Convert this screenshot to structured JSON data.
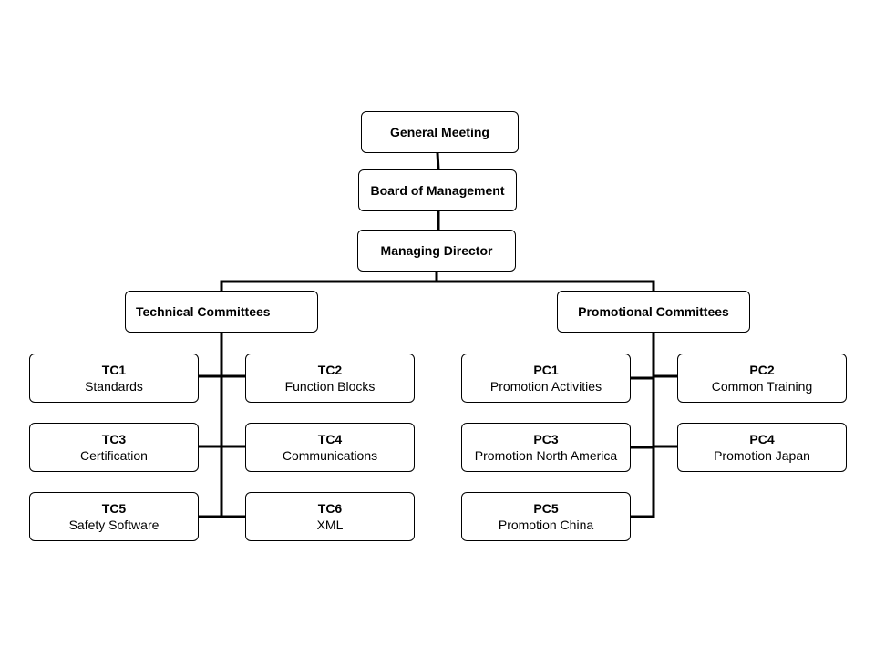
{
  "chart": {
    "general_meeting": "General Meeting",
    "board": "Board of Management",
    "director": "Managing Director",
    "technical": {
      "title": "Technical Committees",
      "committees": [
        {
          "code": "TC1",
          "label": "Standards"
        },
        {
          "code": "TC2",
          "label": "Function Blocks"
        },
        {
          "code": "TC3",
          "label": "Certification"
        },
        {
          "code": "TC4",
          "label": "Communications"
        },
        {
          "code": "TC5",
          "label": "Safety Software"
        },
        {
          "code": "TC6",
          "label": "XML"
        }
      ]
    },
    "promotional": {
      "title": "Promotional Committees",
      "committees": [
        {
          "code": "PC1",
          "label": "Promotion Activities"
        },
        {
          "code": "PC2",
          "label": "Common Training"
        },
        {
          "code": "PC3",
          "label": "Promotion North America"
        },
        {
          "code": "PC4",
          "label": "Promotion Japan"
        },
        {
          "code": "PC5",
          "label": "Promotion China"
        }
      ]
    }
  }
}
